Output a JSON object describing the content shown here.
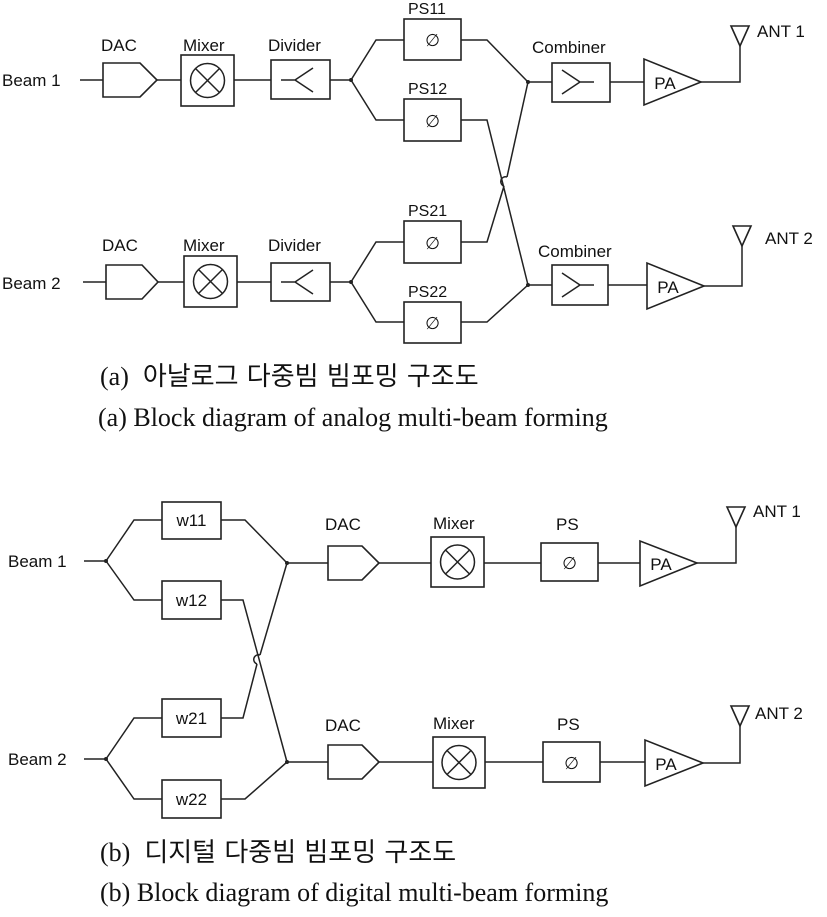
{
  "analog": {
    "beam1": "Beam 1",
    "beam2": "Beam 2",
    "dac": "DAC",
    "mixer": "Mixer",
    "divider": "Divider",
    "ps11": "PS11",
    "ps12": "PS12",
    "ps21": "PS21",
    "ps22": "PS22",
    "combiner": "Combiner",
    "pa": "PA",
    "ant1": "ANT 1",
    "ant2": "ANT 2",
    "caption_ko_prefix": "(a)",
    "caption_ko": "아날로그 다중빔 빔포밍 구조도",
    "caption_en": "(a)  Block  diagram  of  analog  multi-beam  forming"
  },
  "digital": {
    "beam1": "Beam 1",
    "beam2": "Beam 2",
    "w11": "w11",
    "w12": "w12",
    "w21": "w21",
    "w22": "w22",
    "dac": "DAC",
    "mixer": "Mixer",
    "ps": "PS",
    "pa": "PA",
    "ant1": "ANT 1",
    "ant2": "ANT 2",
    "caption_ko_prefix": "(b)",
    "caption_ko": "디지털 다중빔 빔포밍 구조도",
    "caption_en": "(b)  Block  diagram  of  digital  multi-beam  forming"
  },
  "symbols": {
    "phase_shifter": "∅"
  }
}
